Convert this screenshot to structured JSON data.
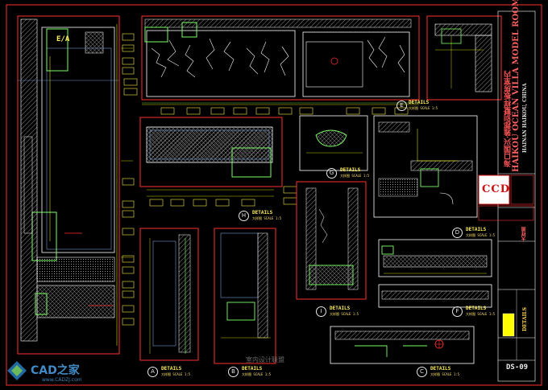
{
  "titleblock": {
    "project_cn": "海口国兴·雅郡别墅样板房室内",
    "project_en": "HAIKOU OCEAN VILLA MODEL ROOM",
    "location": "HAINAN HAIKOU, CHINA",
    "logo_text": "CCD",
    "sheet_title": "DETAILS",
    "drawing_no": "DS-09",
    "scale_note": "大样图"
  },
  "details": [
    {
      "id": "A",
      "title": "DETAILS",
      "sub": "大样图  SCALE 1:5"
    },
    {
      "id": "B",
      "title": "DETAILS",
      "sub": "大样图  SCALE 1:5"
    },
    {
      "id": "C",
      "title": "DETAILS",
      "sub": "大样图  SCALE 1:5"
    },
    {
      "id": "D",
      "title": "DETAILS",
      "sub": "大样图  SCALE 1:5"
    },
    {
      "id": "E",
      "title": "DETAILS",
      "sub": "大样图  SCALE 1:5"
    },
    {
      "id": "F",
      "title": "DETAILS",
      "sub": "大样图  SCALE 1:5"
    },
    {
      "id": "G",
      "title": "DETAILS",
      "sub": "大样图  SCALE 1:5"
    },
    {
      "id": "H",
      "title": "DETAILS",
      "sub": "大样图  SCALE 1:5"
    },
    {
      "id": "I",
      "title": "DETAILS",
      "sub": "大样图  SCALE 1:5"
    }
  ],
  "tags": {
    "ea": "E/A"
  },
  "watermark": {
    "brand": "CAD之家",
    "url": "www.CADZJ.com",
    "center": "室内设计联盟"
  },
  "colors": {
    "background": "#000000",
    "border": "#ff3030",
    "dimension": "#ffff00",
    "outline": "#ffffff",
    "leader": "#00ff66",
    "hatch": "#6a6a6a",
    "annotation": "#f5e642"
  }
}
